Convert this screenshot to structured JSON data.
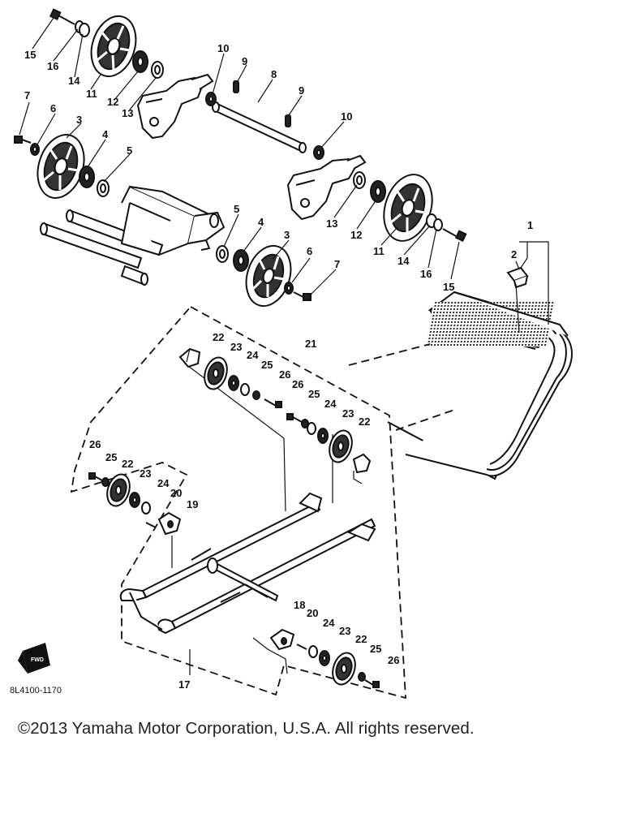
{
  "diagram": {
    "drawing_code": "8L4100-1170",
    "fwd_label": "FWD",
    "labels": {
      "l15a": "15",
      "l16a": "16",
      "l14a": "14",
      "l11a": "11",
      "l12a": "12",
      "l13a": "13",
      "l7a": "7",
      "l6a": "6",
      "l3a": "3",
      "l4a": "4",
      "l5a": "5",
      "l10a": "10",
      "l9a": "9",
      "l8": "8",
      "l9b": "9",
      "l10b": "10",
      "l13b": "13",
      "l12b": "12",
      "l11b": "11",
      "l14b": "14",
      "l16b": "16",
      "l15b": "15",
      "l5b": "5",
      "l4b": "4",
      "l3b": "3",
      "l6b": "6",
      "l7b": "7",
      "l1": "1",
      "l2": "2",
      "l21": "21",
      "l22a": "22",
      "l23a": "23",
      "l24a": "24",
      "l25a": "25",
      "l26a": "26",
      "l26b": "26",
      "l25b": "25",
      "l24b": "24",
      "l23b": "23",
      "l22b": "22",
      "l26c": "26",
      "l25c": "25",
      "l22c": "22",
      "l23c": "23",
      "l24c": "24",
      "l20a": "20",
      "l19": "19",
      "l18": "18",
      "l20b": "20",
      "l24d": "24",
      "l23d": "23",
      "l22d": "22",
      "l25d": "25",
      "l26d": "26",
      "l17": "17"
    }
  },
  "footer": {
    "copyright": "©2013 Yamaha Motor Corporation, U.S.A. All rights reserved."
  }
}
